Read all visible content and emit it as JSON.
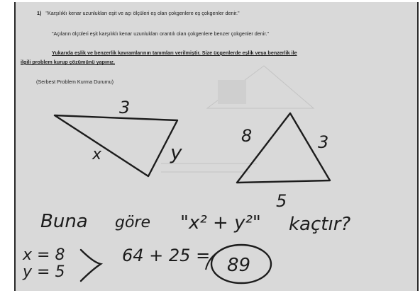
{
  "question": {
    "number": "1)",
    "line1": "\"Karşılıklı kenar uzunlukları eşit ve açı ölçüleri eş olan çokgenlere eş çokgenler denir.\"",
    "line2": "\"Açıların ölçüleri eşit karşılıklı kenar uzunlukları orantılı olan çokgenlere benzer çokgenler denir.\"",
    "instruction_line1": "Yukarıda eşlik ve benzerlik kavramlarının tanımları verilmiştir. Size üçgenlerde eşlik veya benzerlik ile",
    "instruction_line2": "ilgili problem kurup çözümünü yapınız.",
    "mode": "(Serbest Problem Kurma Durumu)"
  },
  "handwriting": {
    "triangle1_top": "3",
    "triangle1_left": "x",
    "triangle1_right": "y",
    "triangle2_left": "8",
    "triangle2_right": "3",
    "triangle2_bottom": "5",
    "question_word1": "Buna",
    "question_word2": "göre",
    "question_expr": "\"x² + y²\"",
    "question_word3": "kaçtır?",
    "given_x": "x = 8",
    "given_y": "y = 5",
    "computation": "64 + 25 =",
    "answer": "89"
  },
  "colors": {
    "paper": "#d9d9d9",
    "ink": "#1c1c1c",
    "frame": "#2a2a2a"
  }
}
